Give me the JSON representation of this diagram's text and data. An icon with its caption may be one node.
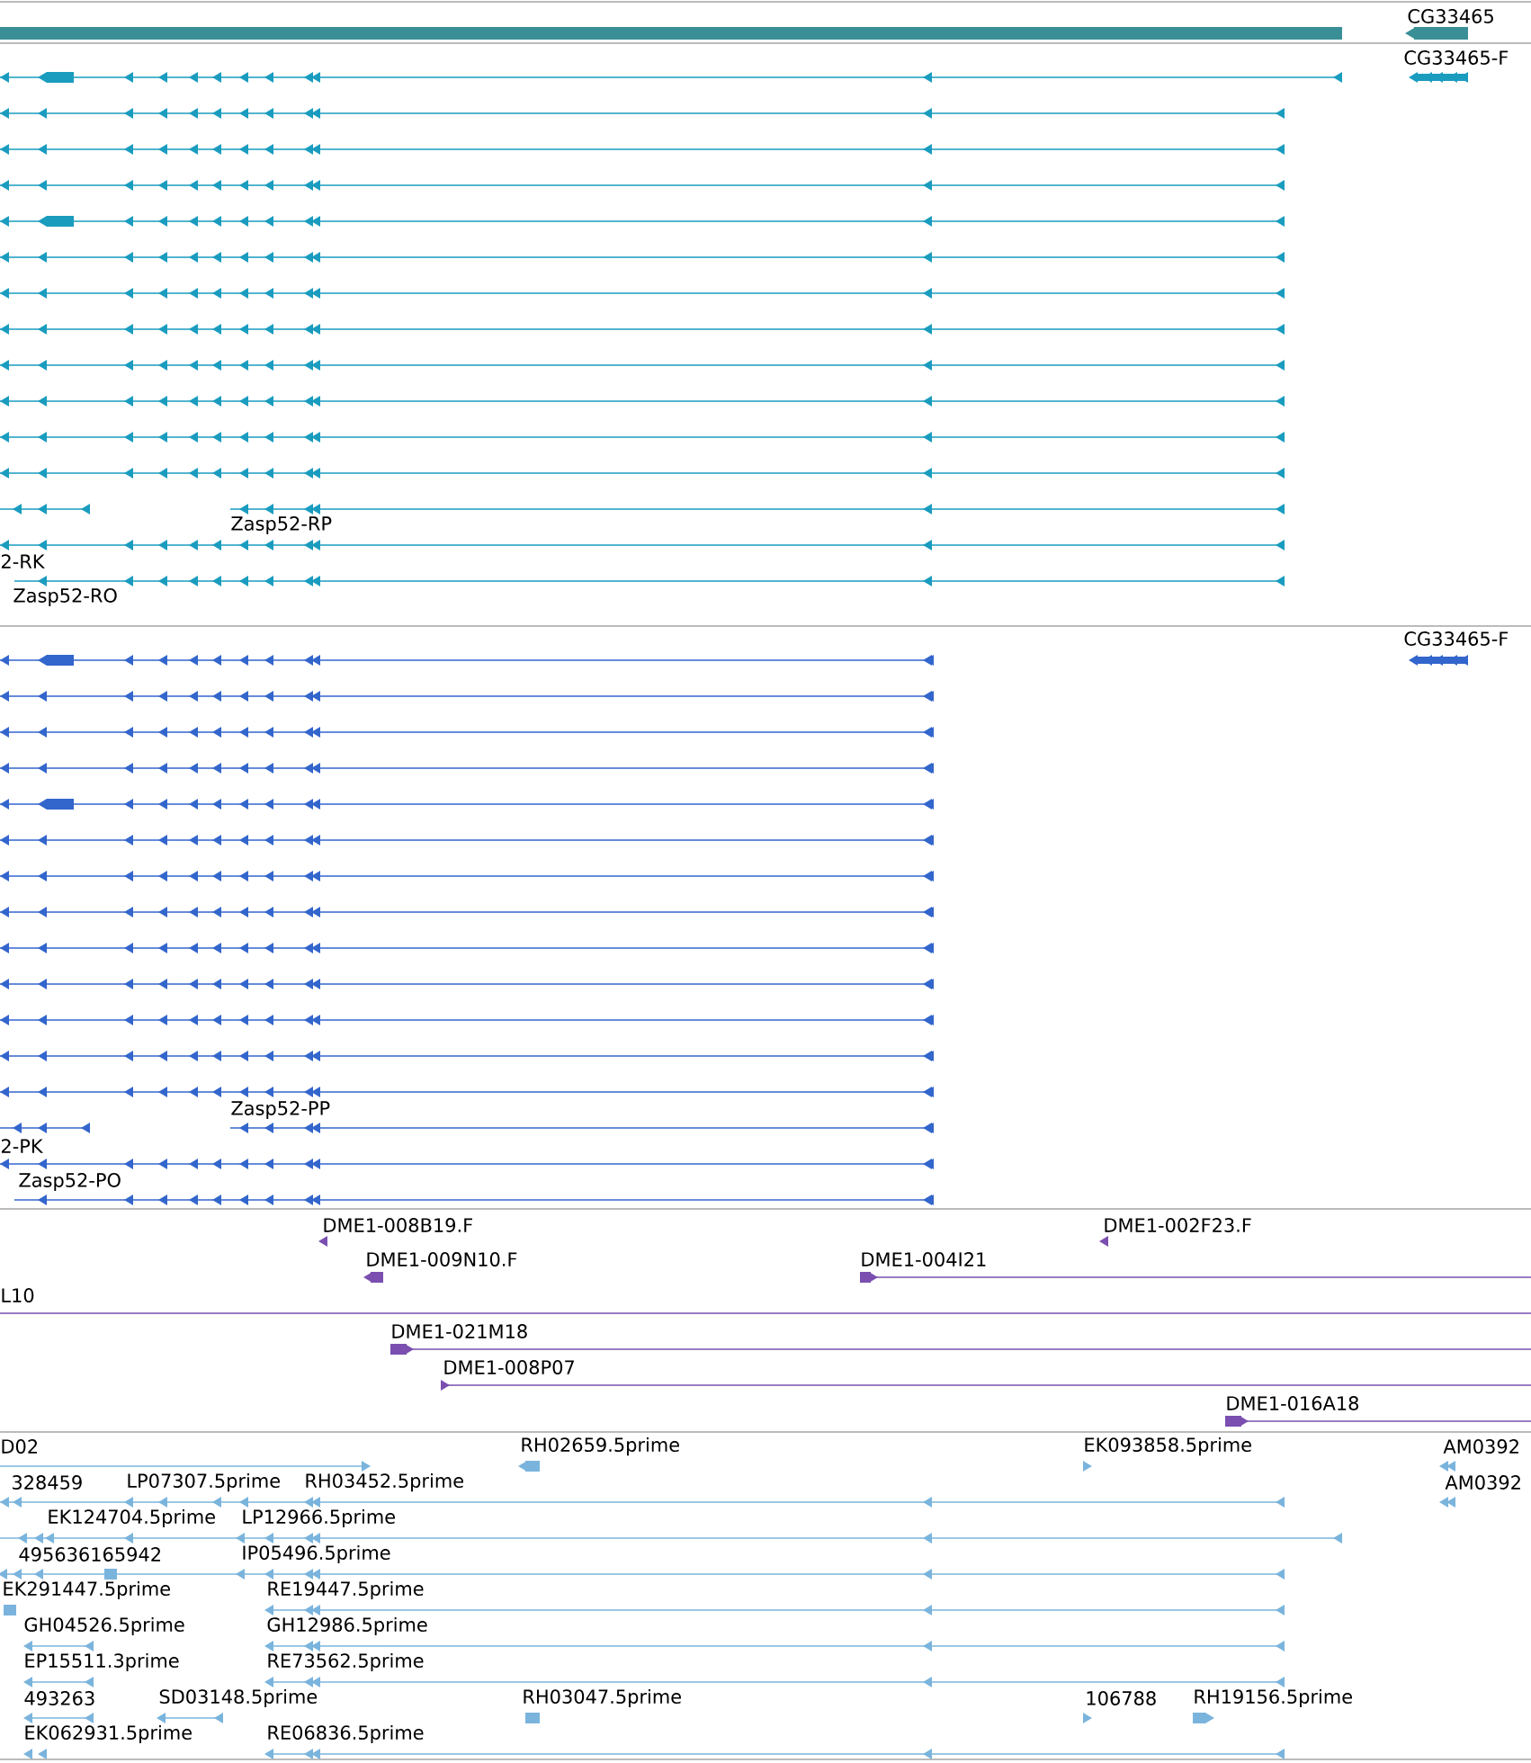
{
  "diagram": {
    "labels": [
      "CG33465",
      "CG33465-F",
      "Zasp52-RP",
      "2-RK",
      "Zasp52-RO",
      "CG33465-F",
      "Zasp52-PP",
      "2-PK",
      "Zasp52-PO",
      "DME1-008B19.F",
      "DME1-002F23.F",
      "DME1-009N10.F",
      "DME1-004I21",
      "L10",
      "DME1-021M18",
      "DME1-008P07",
      "DME1-016A18",
      "D02",
      "RH02659.5prime",
      "EK093858.5prime",
      "AM0392",
      "328459",
      "LP07307.5prime",
      "RH03452.5prime",
      "AM0392",
      "EK124704.5prime",
      "LP12966.5prime",
      "495636165942",
      "IP05496.5prime",
      "EK291447.5prime",
      "RE19447.5prime",
      "GH04526.5prime",
      "GH12986.5prime",
      "EP15511.3prime",
      "RE73562.5prime",
      "493263",
      "SD03148.5prime",
      "RH03047.5prime",
      "106788",
      "RH19156.5prime",
      "EK062931.5prime",
      "RE06836.5prime"
    ]
  }
}
